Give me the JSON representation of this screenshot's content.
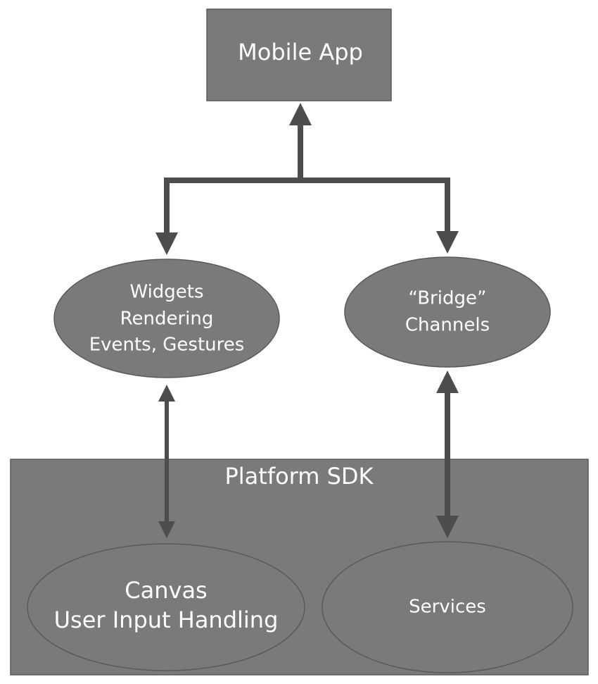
{
  "nodes": {
    "mobile_app": {
      "label": "Mobile App"
    },
    "widgets": {
      "lines": [
        "Widgets",
        "Rendering",
        "Events, Gestures"
      ]
    },
    "bridge": {
      "lines": [
        "“Bridge”",
        "Channels"
      ]
    },
    "platform_sdk": {
      "label": "Platform SDK"
    },
    "canvas": {
      "lines": [
        "Canvas",
        "User Input Handling"
      ]
    },
    "services": {
      "label": "Services"
    }
  },
  "colors": {
    "box_fill": "#7a7a7a",
    "box_stroke": "#5a5a5a",
    "arrow": "#4d4d4d",
    "text": "#ffffff"
  }
}
